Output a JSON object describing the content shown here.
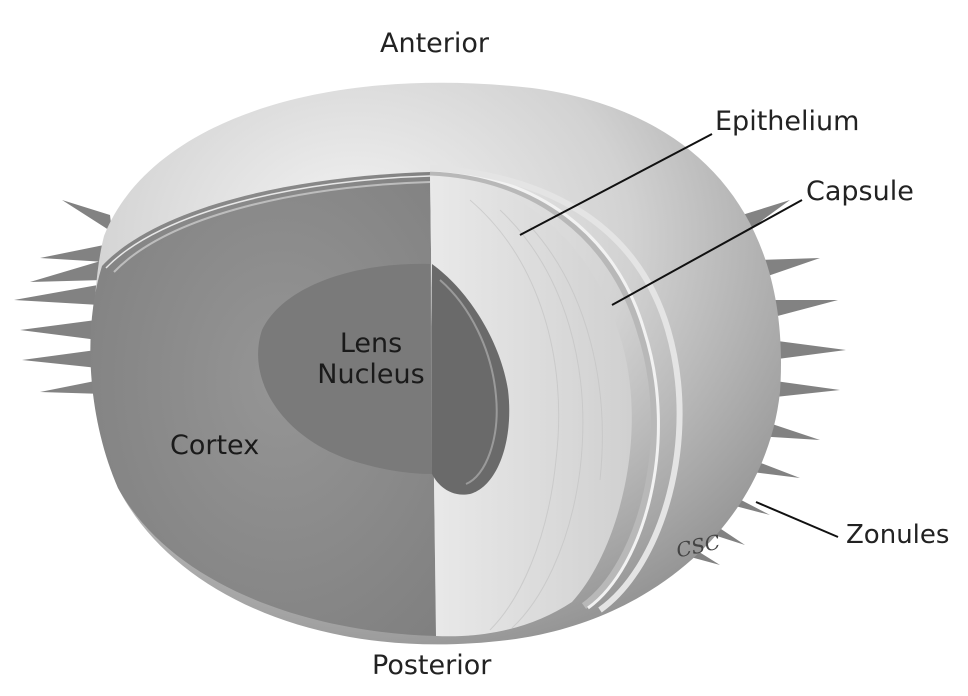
{
  "labels": {
    "anterior": "Anterior",
    "posterior": "Posterior",
    "epithelium": "Epithelium",
    "capsule": "Capsule",
    "zonules": "Zonules",
    "cortex": "Cortex",
    "nucleus_line1": "Lens",
    "nucleus_line2": "Nucleus"
  },
  "signature": "CSC",
  "colors": {
    "capsule_dark": "#8e8e8e",
    "capsule_light": "#f2f2f2",
    "cut_face": "#8c8c8c",
    "nucleus": "#7a7a7a",
    "cortex_layers": "#d9d9d9",
    "leader_line": "#111111",
    "zonule": "#6d6d6d"
  }
}
